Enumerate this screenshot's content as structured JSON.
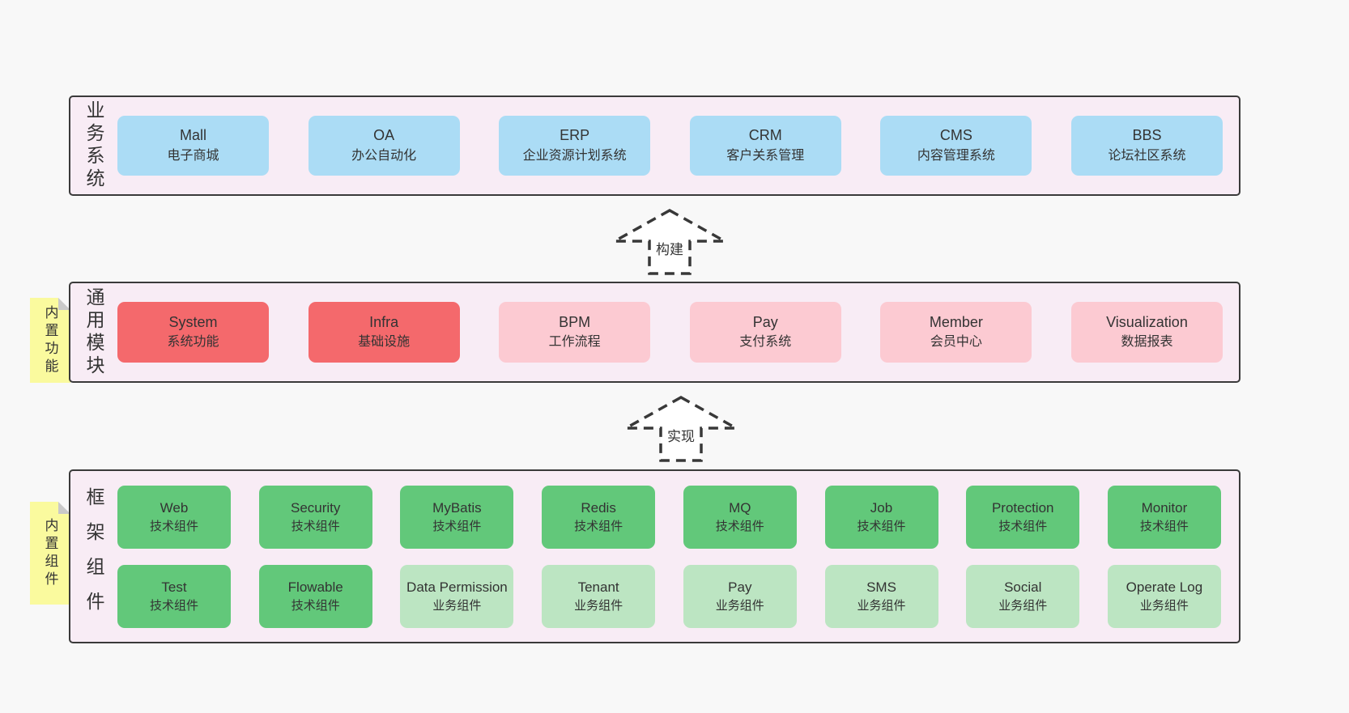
{
  "colors": {
    "page_background": "#f8f8f8",
    "section_background": "#f8ecf5",
    "section_border": "#3a3a3a",
    "blue_box": "#abdcf5",
    "red_box": "#f4696c",
    "pink_box": "#fccad2",
    "green_box": "#62c87a",
    "lightgreen_box": "#bce5c2",
    "sticky_note": "#fafa9e",
    "text": "#333333"
  },
  "sections": {
    "business": {
      "label": "业务系统",
      "boxes": [
        {
          "title": "Mall",
          "subtitle": "电子商城",
          "variant": "blue"
        },
        {
          "title": "OA",
          "subtitle": "办公自动化",
          "variant": "blue"
        },
        {
          "title": "ERP",
          "subtitle": "企业资源计划系统",
          "variant": "blue"
        },
        {
          "title": "CRM",
          "subtitle": "客户关系管理",
          "variant": "blue"
        },
        {
          "title": "CMS",
          "subtitle": "内容管理系统",
          "variant": "blue"
        },
        {
          "title": "BBS",
          "subtitle": "论坛社区系统",
          "variant": "blue"
        }
      ]
    },
    "modules": {
      "label": "通用模块",
      "sticky": "内置功能",
      "boxes": [
        {
          "title": "System",
          "subtitle": "系统功能",
          "variant": "red"
        },
        {
          "title": "Infra",
          "subtitle": "基础设施",
          "variant": "red"
        },
        {
          "title": "BPM",
          "subtitle": "工作流程",
          "variant": "pink"
        },
        {
          "title": "Pay",
          "subtitle": "支付系统",
          "variant": "pink"
        },
        {
          "title": "Member",
          "subtitle": "会员中心",
          "variant": "pink"
        },
        {
          "title": "Visualization",
          "subtitle": "数据报表",
          "variant": "pink"
        }
      ]
    },
    "components": {
      "label": "框架组件",
      "sticky": "内置组件",
      "row1": [
        {
          "title": "Web",
          "subtitle": "技术组件",
          "variant": "green"
        },
        {
          "title": "Security",
          "subtitle": "技术组件",
          "variant": "green"
        },
        {
          "title": "MyBatis",
          "subtitle": "技术组件",
          "variant": "green"
        },
        {
          "title": "Redis",
          "subtitle": "技术组件",
          "variant": "green"
        },
        {
          "title": "MQ",
          "subtitle": "技术组件",
          "variant": "green"
        },
        {
          "title": "Job",
          "subtitle": "技术组件",
          "variant": "green"
        },
        {
          "title": "Protection",
          "subtitle": "技术组件",
          "variant": "green"
        },
        {
          "title": "Monitor",
          "subtitle": "技术组件",
          "variant": "green"
        }
      ],
      "row2": [
        {
          "title": "Test",
          "subtitle": "技术组件",
          "variant": "green"
        },
        {
          "title": "Flowable",
          "subtitle": "技术组件",
          "variant": "green"
        },
        {
          "title": "Data Permission",
          "subtitle": "业务组件",
          "variant": "lightgreen"
        },
        {
          "title": "Tenant",
          "subtitle": "业务组件",
          "variant": "lightgreen"
        },
        {
          "title": "Pay",
          "subtitle": "业务组件",
          "variant": "lightgreen"
        },
        {
          "title": "SMS",
          "subtitle": "业务组件",
          "variant": "lightgreen"
        },
        {
          "title": "Social",
          "subtitle": "业务组件",
          "variant": "lightgreen"
        },
        {
          "title": "Operate Log",
          "subtitle": "业务组件",
          "variant": "lightgreen"
        }
      ]
    }
  },
  "arrows": {
    "build": {
      "label": "构建"
    },
    "implement": {
      "label": "实现"
    }
  }
}
